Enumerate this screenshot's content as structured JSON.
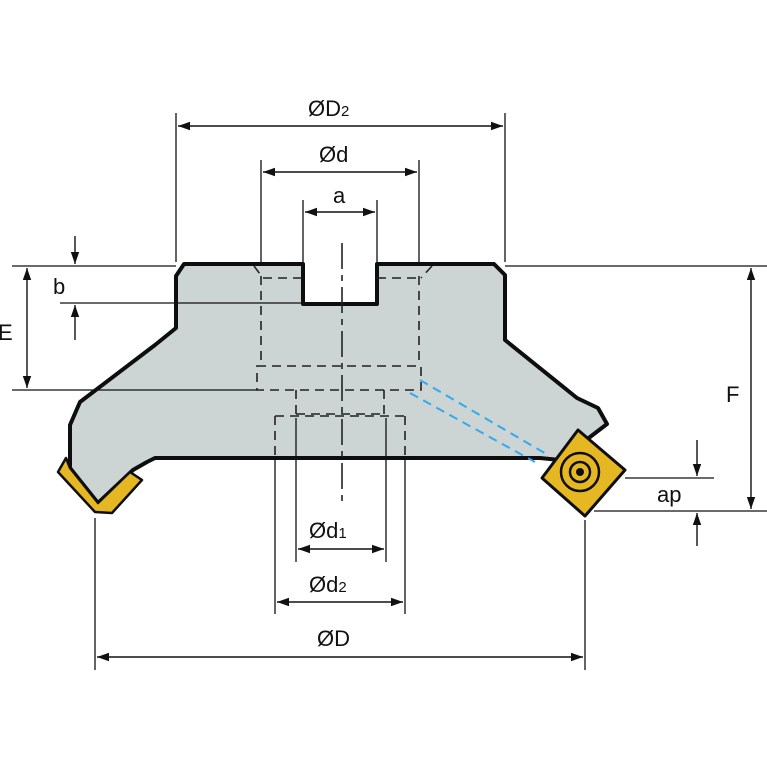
{
  "colors": {
    "body_fill": "#ccd4d4",
    "body_outline": "#0e0e0e",
    "insert_fill": "#e5b823",
    "coolant": "#33aaee",
    "dimension": "#111111"
  },
  "icons": {
    "left_insert": "square-insert-icon",
    "right_insert": "square-insert-icon"
  },
  "labels": {
    "D2": {
      "prefix": "ØD",
      "sub": "2"
    },
    "d": {
      "text": "Ød"
    },
    "a": {
      "text": "a"
    },
    "b": {
      "text": "b"
    },
    "E": {
      "text": "E"
    },
    "F": {
      "text": "F"
    },
    "d1": {
      "prefix": "Ød",
      "sub": "1"
    },
    "d2": {
      "prefix": "Ød",
      "sub": "2"
    },
    "ap": {
      "text": "ap"
    },
    "D": {
      "text": "ØD"
    }
  }
}
